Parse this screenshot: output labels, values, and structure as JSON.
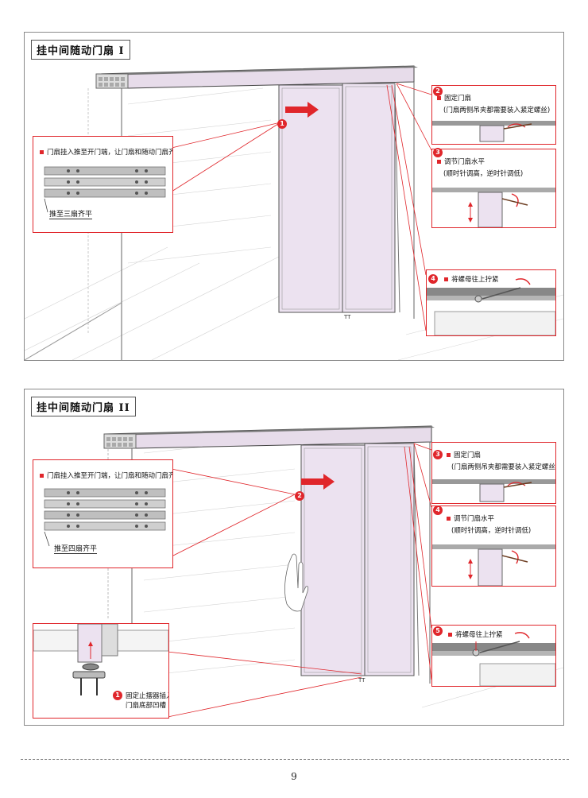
{
  "panels": [
    {
      "title": "挂中间随动门扇 I",
      "left_callout": {
        "step": "门扇挂入推至开门端，让门扇和随动门扇齐平",
        "caption": "推至三扇齐平"
      },
      "badge_center": "1",
      "right_callouts": [
        {
          "num": "2",
          "step": "固定门扇",
          "sub": "(门扇两侧吊夹都需要装入紧定螺丝)"
        },
        {
          "num": "3",
          "step": "调节门扇水平",
          "sub": "(顺时针调高，逆时针调低)"
        },
        {
          "num": "4",
          "step": "将螺母往上拧紧",
          "sub": ""
        }
      ]
    },
    {
      "title": "挂中间随动门扇 II",
      "left_callout": {
        "step": "门扇挂入推至开门端，让门扇和随动门扇齐平",
        "caption": "推至四扇齐平"
      },
      "badge_center": "2",
      "right_callouts": [
        {
          "num": "3",
          "step": "固定门扇",
          "sub": "(门扇两侧吊夹都需要装入紧定螺丝)"
        },
        {
          "num": "4",
          "step": "调节门扇水平",
          "sub": "(顺时针调高，逆时针调低)"
        },
        {
          "num": "5",
          "step": "将螺母往上拧紧",
          "sub": ""
        }
      ],
      "bottom_callout": {
        "num": "1",
        "line1": "固定止摆器插入",
        "line2": "门扇底部凹槽"
      }
    }
  ],
  "page_number": "9",
  "colors": {
    "accent": "#e0262b",
    "door": "#ece2f0",
    "rail": "#8c8c8c"
  },
  "icons": [
    "arrow-right-icon",
    "rotate-arrow-icon",
    "up-down-arrow-icon",
    "hand-icon",
    "screw-icon"
  ]
}
